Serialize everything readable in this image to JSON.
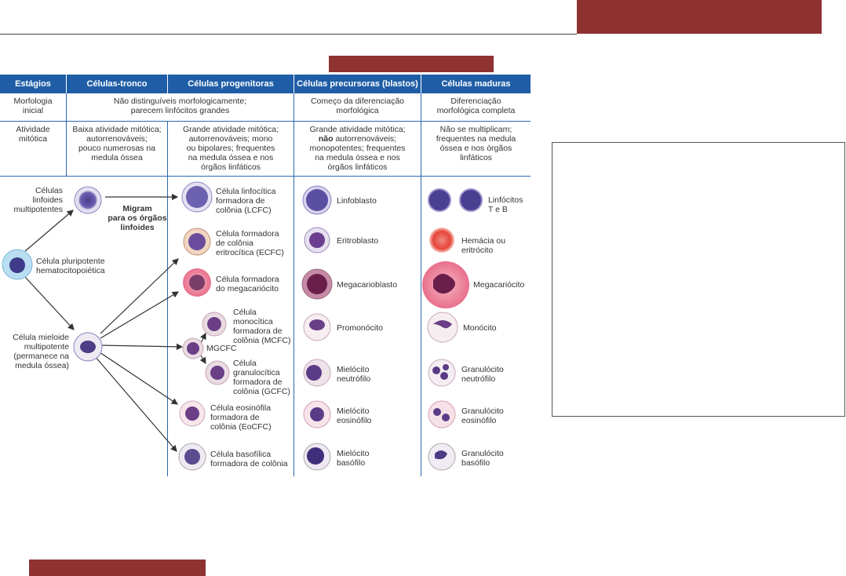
{
  "colors": {
    "accent_bar": "#8e3232",
    "table_header": "#1f5ea6",
    "grid_line": "#2c67b0"
  },
  "table": {
    "headers": [
      "Estágios",
      "Células-tronco",
      "Células progenitoras",
      "Células precursoras (blastos)",
      "Células maduras"
    ],
    "row1": {
      "label": "Morfologia\ninicial",
      "stem_prog": "Não distinguíveis morfologicamente;\nparecem linfócitos grandes",
      "precursor": "Começo da diferenciação\nmorfológica",
      "mature": "Diferenciação\nmorfológica completa"
    },
    "row2": {
      "label": "Atividade\nmitótica",
      "stem": "Baixa atividade mitótica;\nautorrenováveis;\npouco numerosas na\nmedula óssea",
      "prog": "Grande atividade mitótica;\nautorrenováveis; mono\nou bipolares; frequentes\nna medula óssea e nos\nórgãos linfáticos",
      "precursor_a": "Grande atividade mitótica;",
      "precursor_b_bold": "não",
      "precursor_b": " autorrenováveis;",
      "precursor_c": "monopotentes; frequentes\nna medula óssea e nos\nórgãos linfáticos",
      "mature": "Não se multiplicam;\nfrequentes na medula\nóssea e nos órgãos\nlinfáticos"
    }
  },
  "diagram": {
    "stem_labels": {
      "lymphoid": "Células\nlinfoides\nmultipotentes",
      "migrate": "Migram\npara os órgãos\nlinfoides",
      "pluripotent": "Célula pluripotente\nhematocitopoiética",
      "myeloid": "Célula mieloide\nmultipotente\n(permanece na\nmedula óssea)"
    },
    "progenitors": {
      "lcfc": "Célula linfocítica\nformadora de\ncolônia (LCFC)",
      "ecfc": "Célula formadora\nde colônia\neritrocítica (ECFC)",
      "mega": "Célula formadora\ndo megacariócito",
      "mcfc": "Célula\nmonocítica\nformadora de\ncolônia (MCFC)",
      "mgcfc": "MGCFC",
      "gcfc": "Célula\ngranulocítica\nformadora de\ncolônia (GCFC)",
      "eocfc": "Célula eosinófila\nformadora de\ncolônia (EoCFC)",
      "baso": "Célula basofílica\nformadora de colônia"
    },
    "precursors": [
      "Linfoblasto",
      "Eritroblasto",
      "Megacarioblasto",
      "Promonócito",
      "Mielócito\nneutrófilo",
      "Mielócito\neosinófilo",
      "Mielócito\nbasófilo"
    ],
    "mature": [
      "Linfócitos\nT e B",
      "Hemácia ou\neritrócito",
      "Megacariócito",
      "Monócito",
      "Granulócito\nneutrófilo",
      "Granulócito\neosinófilo",
      "Granulócito\nbasófilo"
    ]
  }
}
